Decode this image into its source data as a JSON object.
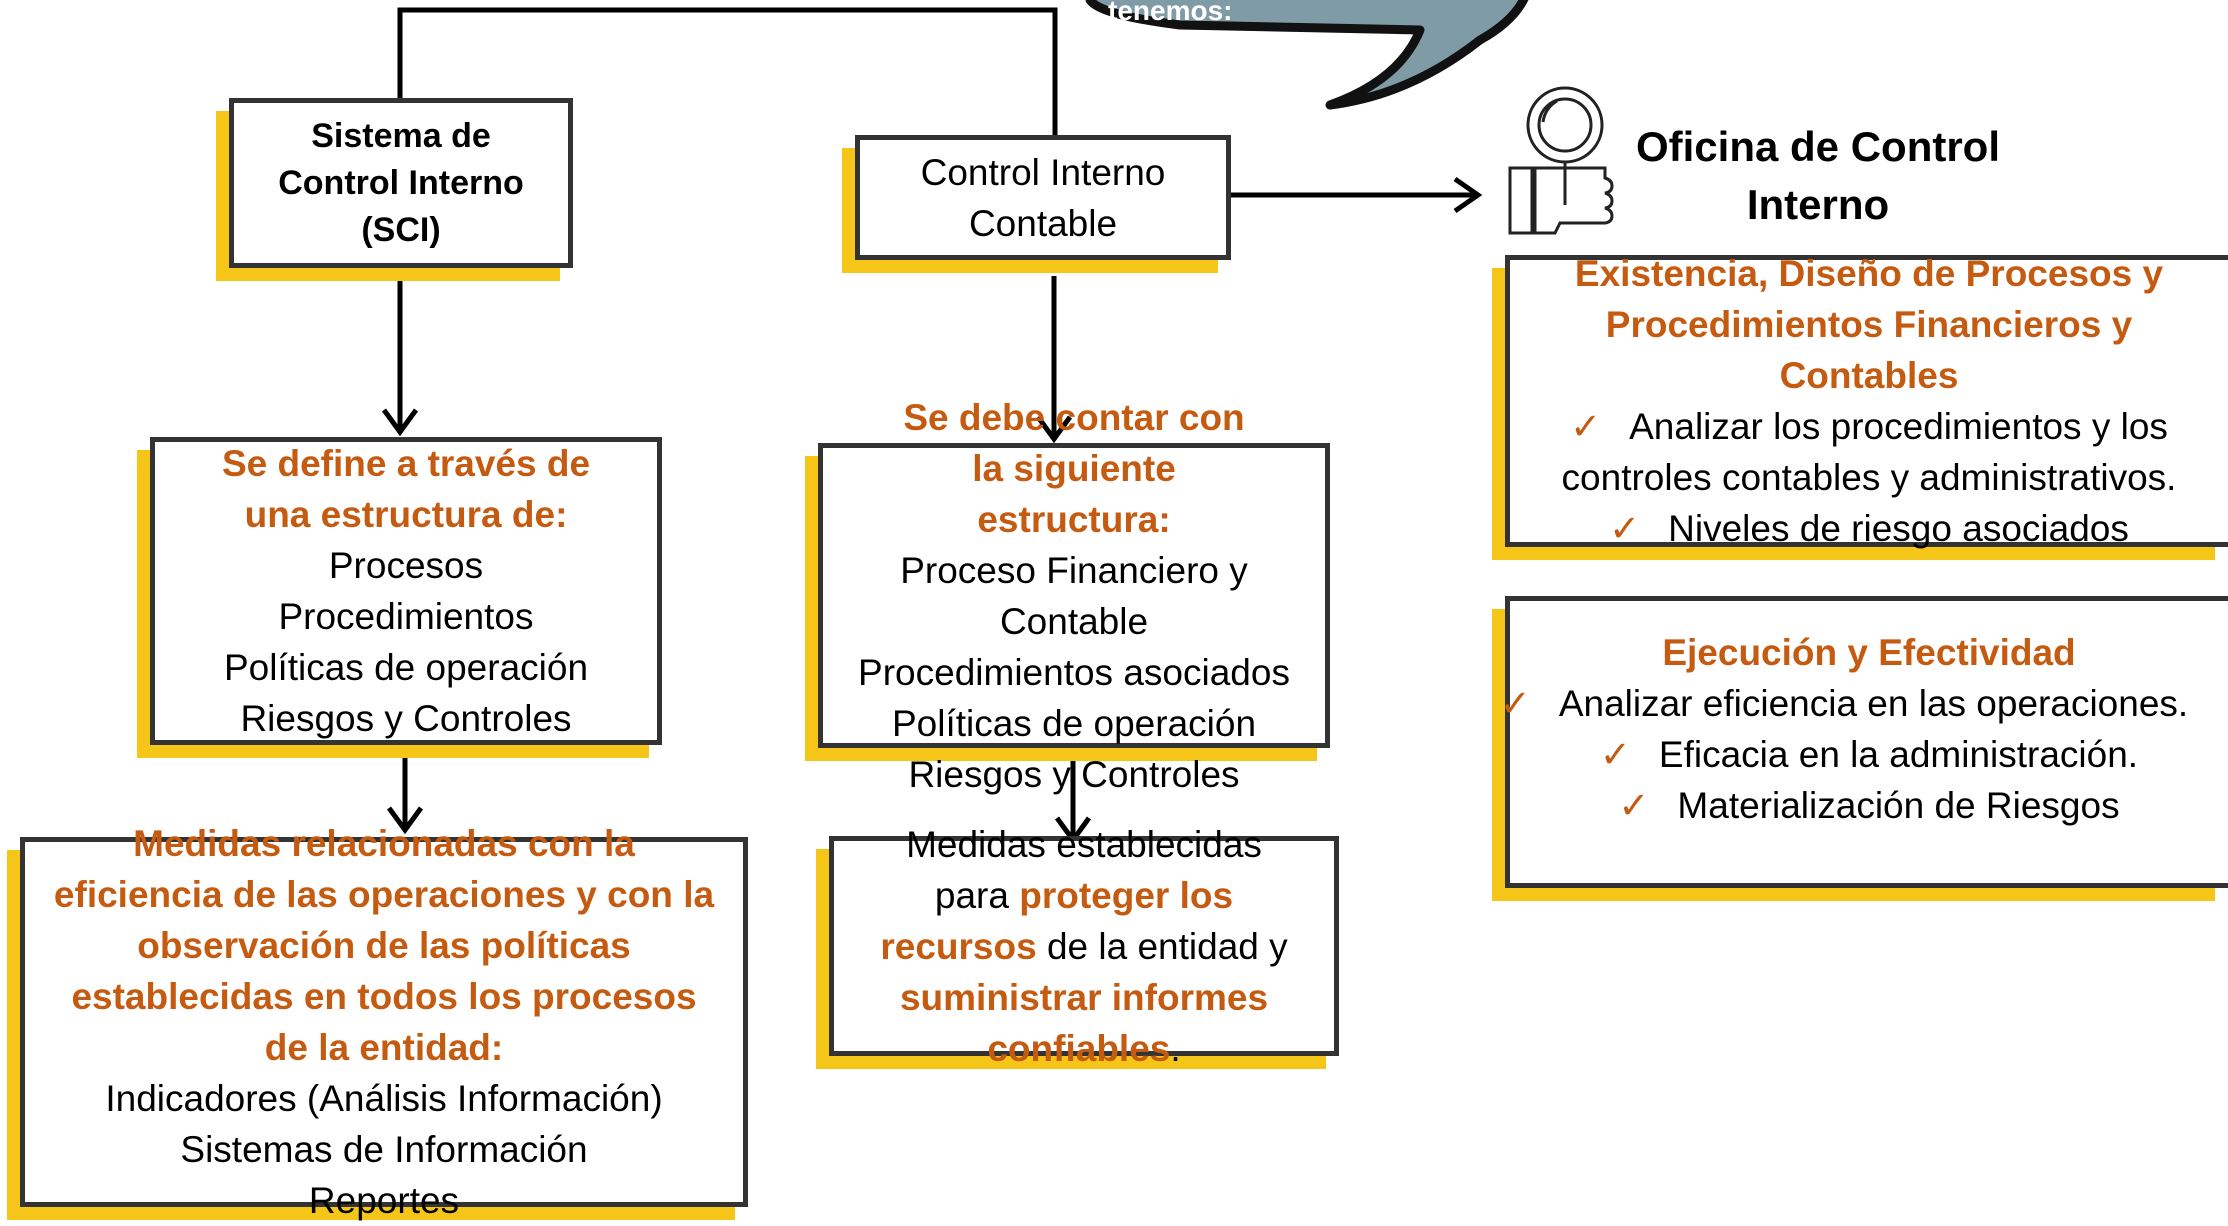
{
  "bubble": {
    "text": "tenemos:"
  },
  "sci": {
    "title": "Sistema de Control Interno (SCI)"
  },
  "cic": {
    "title": "Control Interno Contable"
  },
  "oficina": {
    "title": "Oficina de Control Interno"
  },
  "sci_estructura": {
    "heading": "Se define a través de una estructura de:",
    "items": [
      "Procesos",
      "Procedimientos",
      "Políticas de operación",
      "Riesgos y Controles"
    ]
  },
  "cic_estructura": {
    "heading": "Se debe contar con la siguiente estructura:",
    "items": [
      "Proceso Financiero y Contable",
      "Procedimientos asociados",
      "Políticas de operación",
      "Riesgos y Controles"
    ]
  },
  "sci_medidas": {
    "heading": "Medidas relacionadas con la eficiencia de las operaciones y con la observación de las políticas establecidas en todos los procesos de la entidad:",
    "items": [
      "Indicadores (Análisis Información)",
      "Sistemas de Información",
      "Reportes"
    ]
  },
  "cic_medidas": {
    "part1": "Medidas establecidas para",
    "highlight1": "proteger los recursos",
    "part2": "de la entidad y",
    "highlight2": "suministrar informes confiables",
    "part3": "."
  },
  "existencia": {
    "heading": "Existencia, Diseño de Procesos y Procedimientos Financieros y Contables",
    "items": [
      "Analizar los procedimientos y los controles contables y administrativos.",
      "Niveles de riesgo asociados"
    ]
  },
  "ejecucion": {
    "heading": "Ejecución y Efectividad",
    "items": [
      "Analizar eficiencia en las operaciones.",
      "Eficacia en la administración.",
      "Materialización de Riesgos"
    ]
  },
  "checkmark": "✓",
  "colors": {
    "accent": "#C55A11",
    "shadow": "#F5C518",
    "bubble": "#7F9BA6",
    "border": "#333333"
  },
  "icons": [
    "magnifier-hand-icon"
  ]
}
